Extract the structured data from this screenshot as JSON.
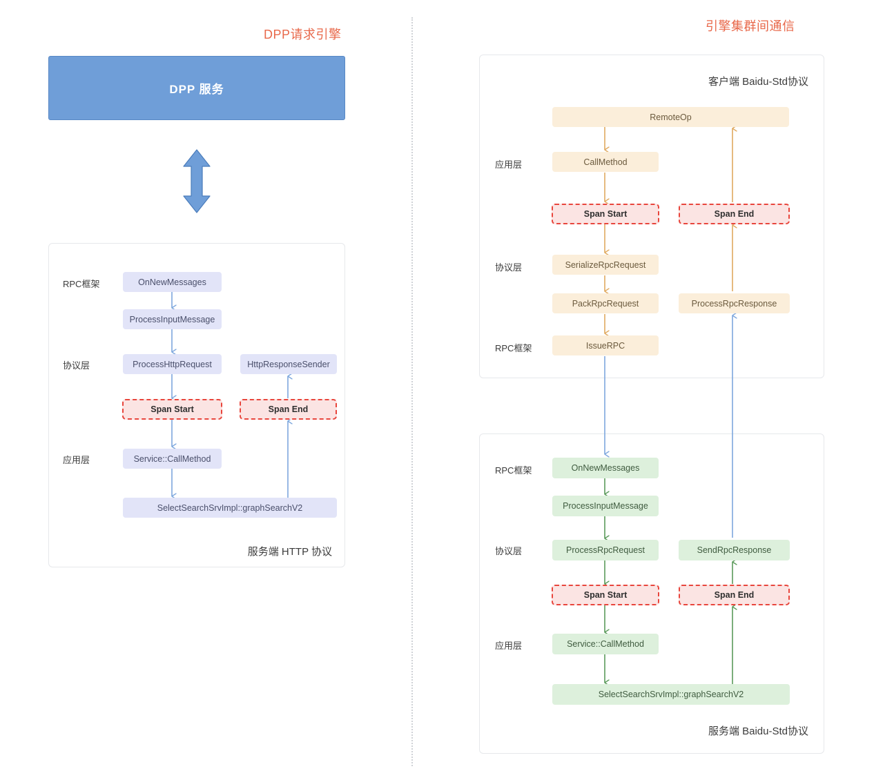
{
  "sections": {
    "left_title": "DPP请求引擎",
    "right_title": "引擎集群间通信"
  },
  "service_box": {
    "label": "DPP 服务"
  },
  "left_panel": {
    "caption": "服务端 HTTP 协议",
    "layers": [
      "RPC框架",
      "协议层",
      "应用层"
    ],
    "nodes": {
      "on_new_messages": "OnNewMessages",
      "process_input_message": "ProcessInputMessage",
      "process_http_request": "ProcessHttpRequest",
      "http_response_sender": "HttpResponseSender",
      "span_start": "Span Start",
      "span_end": "Span End",
      "service_call_method": "Service::CallMethod",
      "graph_search": "SelectSearchSrvImpl::graphSearchV2"
    }
  },
  "right_top_panel": {
    "caption": "客户端 Baidu-Std协议",
    "layers": [
      "应用层",
      "协议层",
      "RPC框架"
    ],
    "nodes": {
      "remote_op": "RemoteOp",
      "call_method": "CallMethod",
      "span_start": "Span Start",
      "span_end": "Span End",
      "serialize_rpc_request": "SerializeRpcRequest",
      "pack_rpc_request": "PackRpcRequest",
      "process_rpc_response": "ProcessRpcResponse",
      "issue_rpc": "IssueRPC"
    }
  },
  "right_bottom_panel": {
    "caption": "服务端 Baidu-Std协议",
    "layers": [
      "RPC框架",
      "协议层",
      "应用层"
    ],
    "nodes": {
      "on_new_messages": "OnNewMessages",
      "process_input_message": "ProcessInputMessage",
      "process_rpc_request": "ProcessRpcRequest",
      "send_rpc_response": "SendRpcResponse",
      "span_start": "Span Start",
      "span_end": "Span End",
      "service_call_method": "Service::CallMethod",
      "graph_search": "SelectSearchSrvImpl::graphSearchV2"
    }
  },
  "colors": {
    "accent_title": "#e8684a",
    "service_blue": "#6f9ed8",
    "node_blue": "#e2e4f8",
    "node_orange": "#fbeeda",
    "node_green": "#ddf0dc",
    "span_fill": "#fbe4e3",
    "span_border": "#e8453c",
    "arrow_blue": "#7da7dd",
    "arrow_orange": "#e0a95f",
    "arrow_green": "#5a9a5a"
  }
}
